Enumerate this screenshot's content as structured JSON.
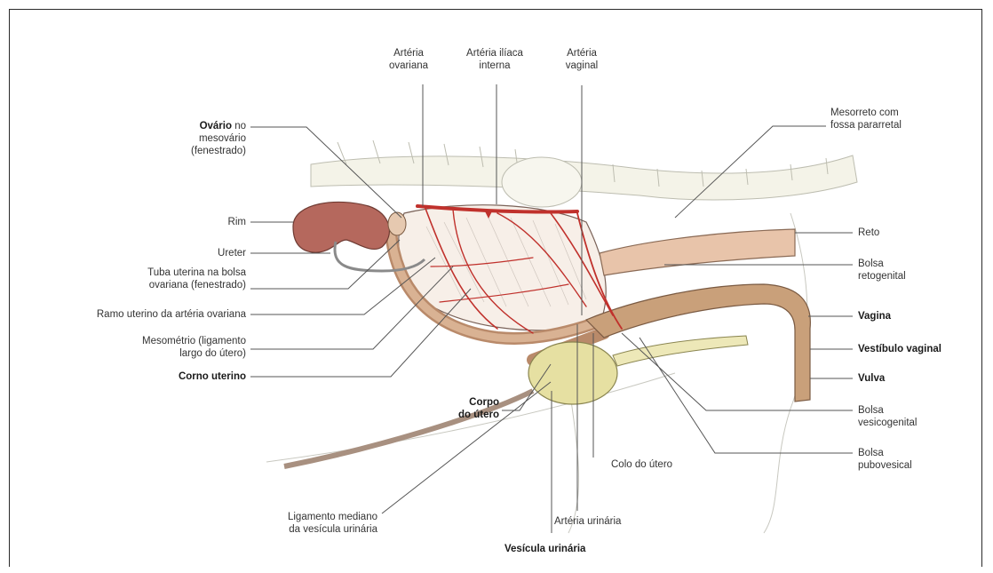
{
  "labels": {
    "arteria_ovariana": {
      "l1": "Artéria",
      "l2": "ovariana"
    },
    "arteria_iliaca_interna": {
      "l1": "Artéria ilíaca",
      "l2": "interna"
    },
    "arteria_vaginal": {
      "l1": "Artéria",
      "l2": "vaginal"
    },
    "ovario": {
      "bold": "Ovário",
      "rest": " no",
      "l2": "mesovário",
      "l3": "(fenestrado)"
    },
    "rim": "Rim",
    "ureter": "Ureter",
    "tuba_uterina": {
      "l1": "Tuba uterina na bolsa",
      "l2": "ovariana (fenestrado)"
    },
    "ramo_uterino": "Ramo uterino da artéria ovariana",
    "mesometrio": {
      "l1": "Mesométrio (ligamento",
      "l2": "largo do útero)"
    },
    "corno_uterino": "Corno uterino",
    "corpo_do_utero": {
      "l1": "Corpo",
      "l2": "do útero"
    },
    "ligamento_mediano": {
      "l1": "Ligamento mediano",
      "l2": "da vesícula urinária"
    },
    "vesicula_urinaria": "Vesícula urinária",
    "arteria_urinaria": "Artéria urinária",
    "colo_do_utero": "Colo do útero",
    "mesorreto": {
      "l1": "Mesorreto com",
      "l2": "fossa pararretal"
    },
    "reto": "Reto",
    "bolsa_retogenital": {
      "l1": "Bolsa",
      "l2": "retogenital"
    },
    "vagina": "Vagina",
    "vestibulo_vaginal": "Vestíbulo vaginal",
    "vulva": "Vulva",
    "bolsa_vesicogenital": {
      "l1": "Bolsa",
      "l2": "vesicogenital"
    },
    "bolsa_pubovesical": {
      "l1": "Bolsa",
      "l2": "pubovesical"
    }
  },
  "colors": {
    "artery": "#c0312c",
    "kidney": "#b5685d",
    "rectum": "#e8c4aa",
    "vagina": "#c9a07a",
    "bladder": "#e6e0a2",
    "leader": "#555555"
  }
}
